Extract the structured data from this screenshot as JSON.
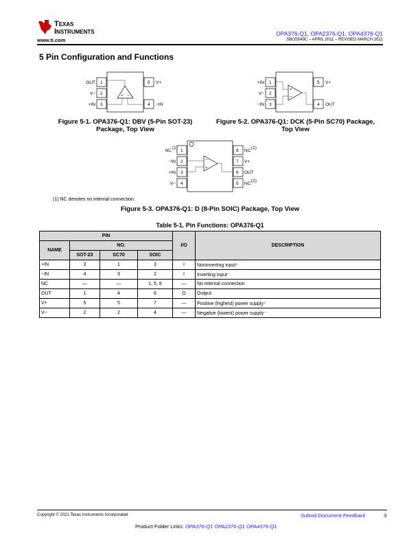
{
  "header": {
    "logo_line1": "Texas",
    "logo_line2": "Instruments",
    "website": "www.ti.com",
    "parts": "OPA376-Q1, OPA2376-Q1, OPA4376-Q1",
    "doc_info": "SBOS549C – APRIL 2011 – REVISED MARCH 2021"
  },
  "section_title": "5 Pin Configuration and Functions",
  "fig1": {
    "caption_line1": "Figure 5-1. OPA376-Q1: DBV (5-Pin SOT-23)",
    "caption_line2": "Package, Top View",
    "left": [
      {
        "num": "1",
        "label": "OUT"
      },
      {
        "num": "2",
        "label": "V−"
      },
      {
        "num": "3",
        "label": "+IN"
      }
    ],
    "right": [
      {
        "num": "5",
        "label": "V+"
      },
      {
        "num": "4",
        "label": "−IN"
      }
    ],
    "plus": "+",
    "minus": "−"
  },
  "fig2": {
    "caption_line1": "Figure 5-2. OPA376-Q1: DCK (5-Pin SC70) Package,",
    "caption_line2": "Top View",
    "left": [
      {
        "num": "1",
        "label": "+IN"
      },
      {
        "num": "2",
        "label": "V−"
      },
      {
        "num": "3",
        "label": "−IN"
      }
    ],
    "right": [
      {
        "num": "5",
        "label": "V+"
      },
      {
        "num": "4",
        "label": "OUT"
      }
    ],
    "plus": "+",
    "minus": "−"
  },
  "fig3": {
    "caption": "Figure 5-3. OPA376-Q1: D (8-Pin SOIC) Package, Top View",
    "left": [
      {
        "num": "1",
        "label": "NC",
        "sup": "(1)"
      },
      {
        "num": "2",
        "label": "−IN"
      },
      {
        "num": "3",
        "label": "+IN"
      },
      {
        "num": "4",
        "label": "V−"
      }
    ],
    "right": [
      {
        "num": "8",
        "label": "NC",
        "sup": "(1)"
      },
      {
        "num": "7",
        "label": "V+"
      },
      {
        "num": "6",
        "label": "OUT"
      },
      {
        "num": "5",
        "label": "NC",
        "sup": "(1)"
      }
    ],
    "plus": "+",
    "minus": "−"
  },
  "footnote": "(1) NC denotes no internal connection.",
  "table": {
    "title": "Table 5-1. Pin Functions: OPA376-Q1",
    "headers": {
      "pin": "PIN",
      "name": "NAME",
      "no": "NO.",
      "sot23": "SOT-23",
      "sc70": "SC70",
      "soic": "SOIC",
      "io": "I/O",
      "desc": "DESCRIPTION"
    },
    "rows": [
      {
        "name": "+IN",
        "sot23": "3",
        "sc70": "1",
        "soic": "3",
        "io": "I",
        "desc": "Noninverting input⁺"
      },
      {
        "name": "−IN",
        "sot23": "4",
        "sc70": "3",
        "soic": "2",
        "io": "I",
        "desc": "Inverting input⁻"
      },
      {
        "name": "NC",
        "sot23": "—",
        "sc70": "—",
        "soic": "1, 5, 8",
        "io": "—",
        "desc": "No internal connection"
      },
      {
        "name": "OUT",
        "sot23": "1",
        "sc70": "4",
        "soic": "6",
        "io": "O",
        "desc": "Output"
      },
      {
        "name": "V+",
        "sot23": "5",
        "sc70": "5",
        "soic": "7",
        "io": "—",
        "desc": "Positive (highest) power supply⁺"
      },
      {
        "name": "V−",
        "sot23": "2",
        "sc70": "2",
        "soic": "4",
        "io": "—",
        "desc": "Negative (lowest) power supply⁻"
      }
    ]
  },
  "footer": {
    "copyright": "Copyright © 2021 Texas Instruments Incorporated",
    "feedback": "Submit Document Feedback",
    "page": "3",
    "folder_label": "Product Folder Links: ",
    "links": [
      "OPA376-Q1",
      "OPA2376-Q1",
      "OPA4376-Q1"
    ]
  }
}
